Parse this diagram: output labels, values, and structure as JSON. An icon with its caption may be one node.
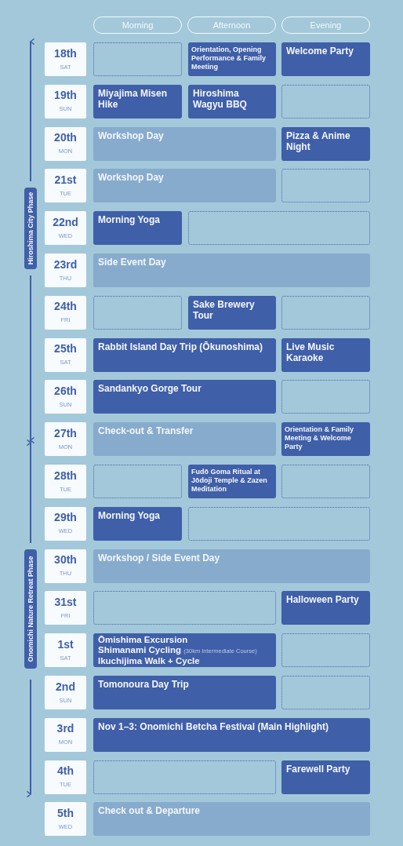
{
  "diagram": {
    "nodes": [
      {
        "text": [
          "Morning"
        ]
      },
      {
        "text": [
          "Afternoon"
        ]
      },
      {
        "text": [
          "Evening"
        ]
      },
      {
        "text": [
          "Hiroshima City Phase"
        ]
      },
      {
        "text": [
          "Onomichi Nature Retreat Phase"
        ]
      },
      {
        "text": [
          "18th",
          "SAT"
        ]
      },
      {
        "text": [],
        "shape": "box"
      },
      {
        "text": [
          "Orientation, Opening Performance & Family Meeting"
        ]
      },
      {
        "text": [
          "Welcome Party"
        ]
      },
      {
        "text": [
          "19th",
          "SUN"
        ]
      },
      {
        "text": [
          "Miyajima Misen Hike"
        ]
      },
      {
        "text": [
          "Hiroshima Wagyu BBQ"
        ]
      },
      {
        "text": [],
        "shape": "box"
      },
      {
        "text": [
          "20th",
          "MON"
        ]
      },
      {
        "text": [
          "Workshop Day"
        ]
      },
      {
        "text": [
          "Pizza & Anime Night"
        ]
      },
      {
        "text": [
          "21st",
          "TUE"
        ]
      },
      {
        "text": [
          "Workshop Day"
        ]
      },
      {
        "text": [],
        "shape": "box"
      },
      {
        "text": [
          "22nd",
          "WED"
        ]
      },
      {
        "text": [
          "Morning Yoga"
        ]
      },
      {
        "text": [],
        "shape": "box"
      },
      {
        "text": [
          "23rd",
          "THU"
        ]
      },
      {
        "text": [
          "Side Event Day"
        ]
      },
      {
        "text": [
          "24th",
          "FRI"
        ]
      },
      {
        "text": [],
        "shape": "box"
      },
      {
        "text": [
          "Sake Brewery Tour"
        ]
      },
      {
        "text": [],
        "shape": "box"
      },
      {
        "text": [
          "25th",
          "SAT"
        ]
      },
      {
        "text": [
          "Rabbit Island Day Trip (Ōkunoshima)"
        ]
      },
      {
        "text": [
          "Live Music Karaoke"
        ]
      },
      {
        "text": [
          "26th",
          "SUN"
        ]
      },
      {
        "text": [
          "Sandankyo Gorge Tour"
        ]
      },
      {
        "text": [],
        "shape": "box"
      },
      {
        "text": [
          "27th",
          "MON"
        ]
      },
      {
        "text": [
          "Check-out & Transfer"
        ]
      },
      {
        "text": [
          "Orientation & Family Meeting & Welcome Party"
        ]
      },
      {
        "text": [
          "28th",
          "TUE"
        ]
      },
      {
        "text": [],
        "shape": "box"
      },
      {
        "text": [
          "Fudō Goma Ritual at Jōdoji Temple & Zazen Meditation"
        ]
      },
      {
        "text": [],
        "shape": "box"
      },
      {
        "text": [
          "29th",
          "WED"
        ]
      },
      {
        "text": [
          "Morning Yoga"
        ]
      },
      {
        "text": [],
        "shape": "box"
      },
      {
        "text": [
          "30th",
          "THU"
        ]
      },
      {
        "text": [
          "Workshop / Side Event Day"
        ]
      },
      {
        "text": [
          "31st",
          "FRI"
        ]
      },
      {
        "text": [],
        "shape": "box"
      },
      {
        "text": [
          "Halloween Party"
        ]
      },
      {
        "text": [
          "1st",
          "SAT"
        ]
      },
      {
        "text": [
          "Ōmishima Excursion",
          "Shimanami Cycling",
          "(30km Intermediate Course)",
          "Ikuchijima Walk + Cycle"
        ]
      },
      {
        "text": [],
        "shape": "box"
      },
      {
        "text": [
          "2nd",
          "SUN"
        ]
      },
      {
        "text": [
          "Tomonoura Day Trip"
        ]
      },
      {
        "text": [],
        "shape": "box"
      },
      {
        "text": [
          "3rd",
          "MON"
        ]
      },
      {
        "text": [
          "Nov 1–3: Onomichi Betcha Festival (Main Highlight)"
        ]
      },
      {
        "text": [
          "4th",
          "TUE"
        ]
      },
      {
        "text": [],
        "shape": "box"
      },
      {
        "text": [
          "Farewell Party"
        ]
      },
      {
        "text": [
          "5th",
          "WED"
        ]
      },
      {
        "text": [
          "Check out & Departure"
        ]
      }
    ]
  }
}
